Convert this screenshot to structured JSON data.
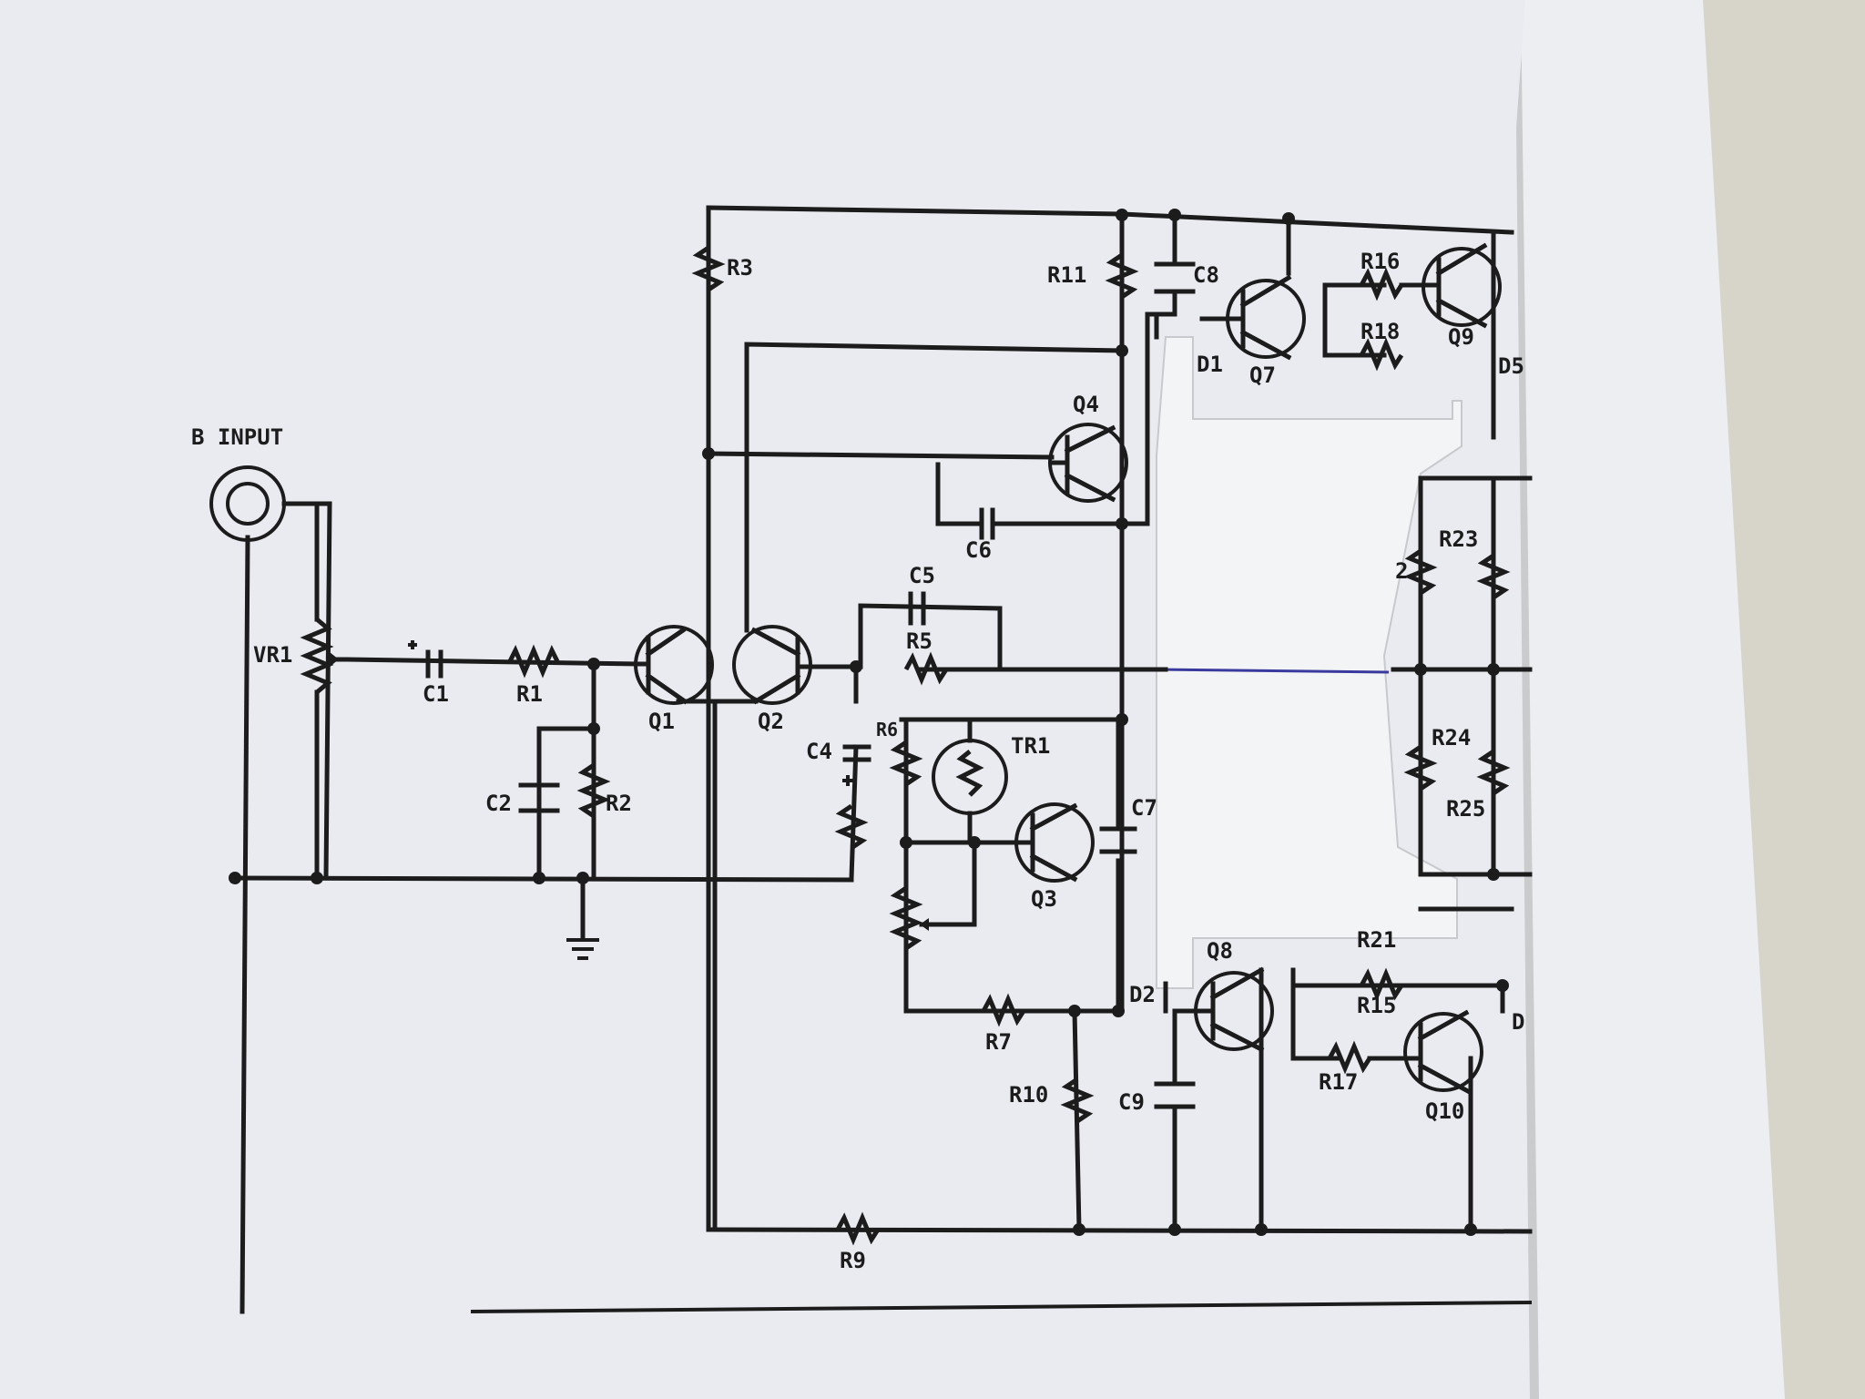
{
  "diagram": {
    "input_label": "B INPUT",
    "components": {
      "vr1": "VR1",
      "c1": "C1",
      "r1": "R1",
      "r2": "R2",
      "c2": "C2",
      "q1": "Q1",
      "q2": "Q2",
      "r3": "R3",
      "r11": "R11",
      "c8": "C8",
      "q7": "Q7",
      "r16": "R16",
      "r18": "R18",
      "q9": "Q9",
      "d1": "D1",
      "q4": "Q4",
      "c6": "C6",
      "c5": "C5",
      "r5": "R5",
      "c4": "C4",
      "r6": "R6",
      "tr1": "TR1",
      "q3": "Q3",
      "c7": "C7",
      "r7": "R7",
      "r10": "R10",
      "c9": "C9",
      "d2": "D2",
      "q8": "Q8",
      "r21": "R21",
      "r15": "R15",
      "r17": "R17",
      "q10": "Q10",
      "r23": "R23",
      "r22_partial": "2",
      "r24": "R24",
      "r25": "R25",
      "r9": "R9",
      "d5_partial": "D5",
      "d_partial": "D"
    }
  }
}
